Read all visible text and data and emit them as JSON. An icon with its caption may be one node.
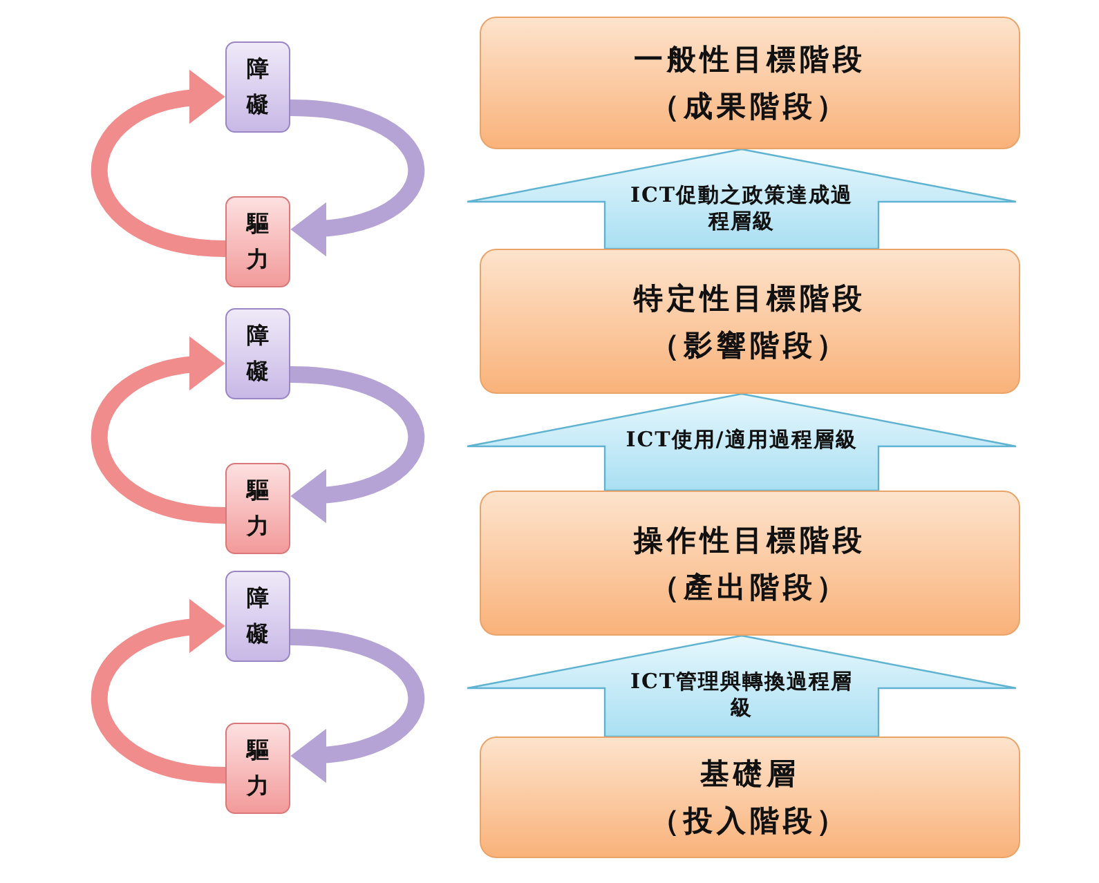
{
  "diagram": {
    "nodes": [
      {
        "text": [
          "一般性目標階段",
          "（成果階段）"
        ]
      },
      {
        "text": [
          "特定性目標階段",
          "（影響階段）"
        ]
      },
      {
        "text": [
          "操作性目標階段",
          "（產出階段）"
        ]
      },
      {
        "text": [
          "基礎層",
          "（投入階段）"
        ]
      },
      {
        "text": [
          "障礙"
        ]
      },
      {
        "text": [
          "驅力"
        ]
      },
      {
        "text": [
          "障礙"
        ]
      },
      {
        "text": [
          "驅力"
        ]
      },
      {
        "text": [
          "障礙"
        ]
      },
      {
        "text": [
          "驅力"
        ]
      }
    ],
    "edges": [
      {
        "from": 1,
        "to": 0,
        "arrow": "to",
        "label": "ICT促動之政策達成過程層級"
      },
      {
        "from": 2,
        "to": 1,
        "arrow": "to",
        "label": "ICT使用/適用過程層級"
      },
      {
        "from": 3,
        "to": 2,
        "arrow": "to",
        "label": "ICT管理與轉換過程層級"
      },
      {
        "from": 5,
        "to": 4,
        "arrow": "to",
        "color": "#f08c8c"
      },
      {
        "from": 4,
        "to": 5,
        "arrow": "to",
        "color": "#b5a3d6"
      },
      {
        "from": 7,
        "to": 6,
        "arrow": "to",
        "color": "#f08c8c"
      },
      {
        "from": 6,
        "to": 7,
        "arrow": "to",
        "color": "#b5a3d6"
      },
      {
        "from": 9,
        "to": 8,
        "arrow": "to",
        "color": "#f08c8c"
      },
      {
        "from": 8,
        "to": 9,
        "arrow": "to",
        "color": "#b5a3d6"
      }
    ]
  }
}
